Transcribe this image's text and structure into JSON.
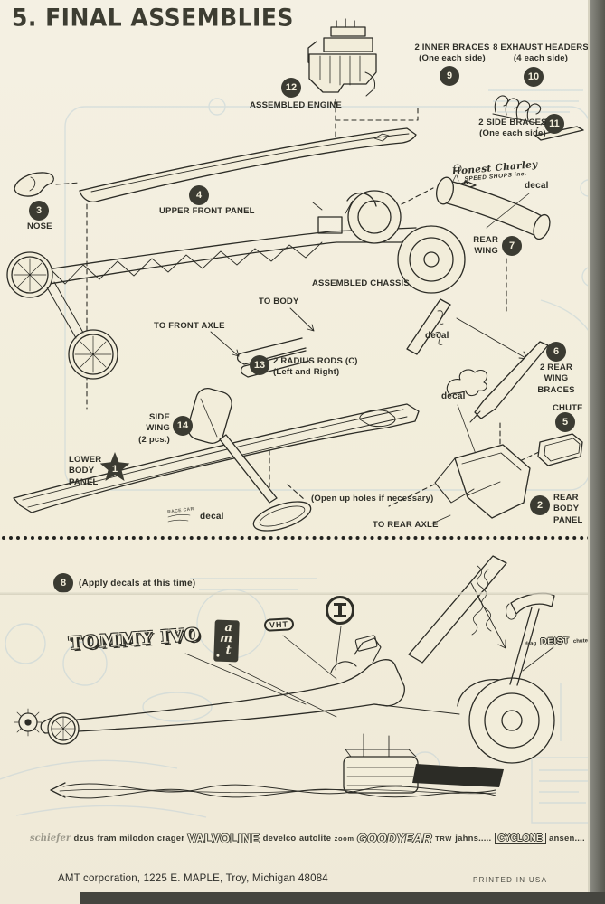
{
  "title": "5. FINAL ASSEMBLIES",
  "colors": {
    "paper": "#f2edda",
    "ink": "#2c2c26",
    "callout": "#3b3b32",
    "ghost": "#b7cdd8"
  },
  "parts": {
    "p1": {
      "num": "1",
      "l1": "LOWER",
      "l2": "BODY",
      "l3": "PANEL"
    },
    "p2": {
      "num": "2",
      "l1": "REAR",
      "l2": "BODY",
      "l3": "PANEL"
    },
    "p3": {
      "num": "3",
      "label": "NOSE"
    },
    "p4": {
      "num": "4",
      "label": "UPPER FRONT PANEL"
    },
    "p5": {
      "num": "5",
      "label": "CHUTE"
    },
    "p6": {
      "num": "6",
      "l1": "2 REAR",
      "l2": "WING",
      "l3": "BRACES"
    },
    "p7": {
      "num": "7",
      "l1": "REAR",
      "l2": "WING"
    },
    "p8": {
      "num": "8",
      "label": "(Apply decals at this time)"
    },
    "p9": {
      "num": "9",
      "l1": "2 INNER BRACES",
      "l2": "(One each side)"
    },
    "p10": {
      "num": "10",
      "l1": "8 EXHAUST HEADERS",
      "l2": "(4 each side)"
    },
    "p11": {
      "num": "11",
      "l1": "2 SIDE BRACES",
      "l2": "(One each side)"
    },
    "p12": {
      "num": "12",
      "label": "ASSEMBLED ENGINE"
    },
    "p13": {
      "num": "13",
      "l1": "2 RADIUS RODS (C)",
      "l2": "(Left and Right)"
    },
    "p14": {
      "num": "14",
      "l1": "SIDE",
      "l2": "WING",
      "l3": "(2 pcs.)"
    }
  },
  "notes": {
    "assembled_chassis": "ASSEMBLED CHASSIS",
    "to_body": "TO BODY",
    "to_front_axle": "TO FRONT AXLE",
    "to_rear_axle": "TO REAR AXLE",
    "open_holes": "(Open up holes if necessary)",
    "decal": "decal",
    "honest_charley_1": "Honest Charley",
    "honest_charley_2": "SPEED SHOPS inc.",
    "race_car_decal": "RACE CAR"
  },
  "decal_logos": {
    "tommy_ivo": "TOMMY IVO",
    "amt_a": "a",
    "amt_m": "m",
    "amt_t": "t",
    "vht": "VHT",
    "deist_pre": "drag",
    "deist_name": "DEIST",
    "deist_post": "chutes"
  },
  "sponsors": [
    {
      "text": "schiefer"
    },
    {
      "text": "dzus"
    },
    {
      "text": "fram"
    },
    {
      "text": "milodon"
    },
    {
      "text": "crager"
    },
    {
      "text": "VALVOLINE"
    },
    {
      "text": "develco"
    },
    {
      "text": "autolite"
    },
    {
      "text": "zoom"
    },
    {
      "text": "GOODYEAR"
    },
    {
      "text": "TRW"
    },
    {
      "text": "jahns....."
    },
    {
      "text": "CYCLONE"
    },
    {
      "text": "ansen...."
    }
  ],
  "footer": {
    "left": "AMT corporation, 1225 E. MAPLE, Troy, Michigan 48084",
    "right": "PRINTED IN USA"
  }
}
